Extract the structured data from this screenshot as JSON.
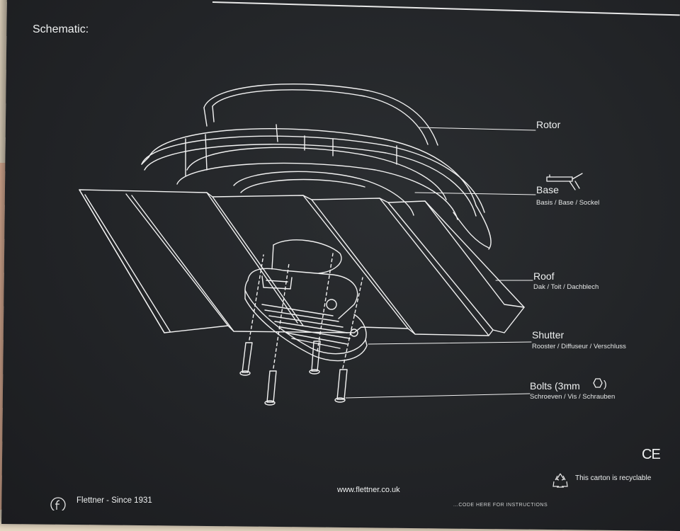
{
  "heading": "Schematic:",
  "parts": {
    "rotor": {
      "label": "Rotor"
    },
    "base": {
      "label": "Base",
      "translations": "Basis / Base / Sockel"
    },
    "roof": {
      "label": "Roof",
      "translations": "Dak / Toit / Dachblech"
    },
    "shutter": {
      "label": "Shutter",
      "translations": "Rooster / Diffuseur / Verschluss"
    },
    "bolts": {
      "label": "Bolts (3mm",
      "label_suffix": ")",
      "translations": "Schroeven / Vis / Schrauben"
    }
  },
  "footer": {
    "ce_mark": "CE",
    "recycle_text": "This carton is recyclable",
    "website": "www.flettner.co.uk",
    "brand": "Flettner - Since 1931",
    "instructions_hint": "...CODE HERE FOR INSTRUCTIONS"
  },
  "colors": {
    "board": "#222427",
    "line": "#f2f2f2"
  },
  "icons": [
    "sealant-gun-icon",
    "hex-key-icon",
    "recycle-icon",
    "flettner-logo-icon"
  ]
}
